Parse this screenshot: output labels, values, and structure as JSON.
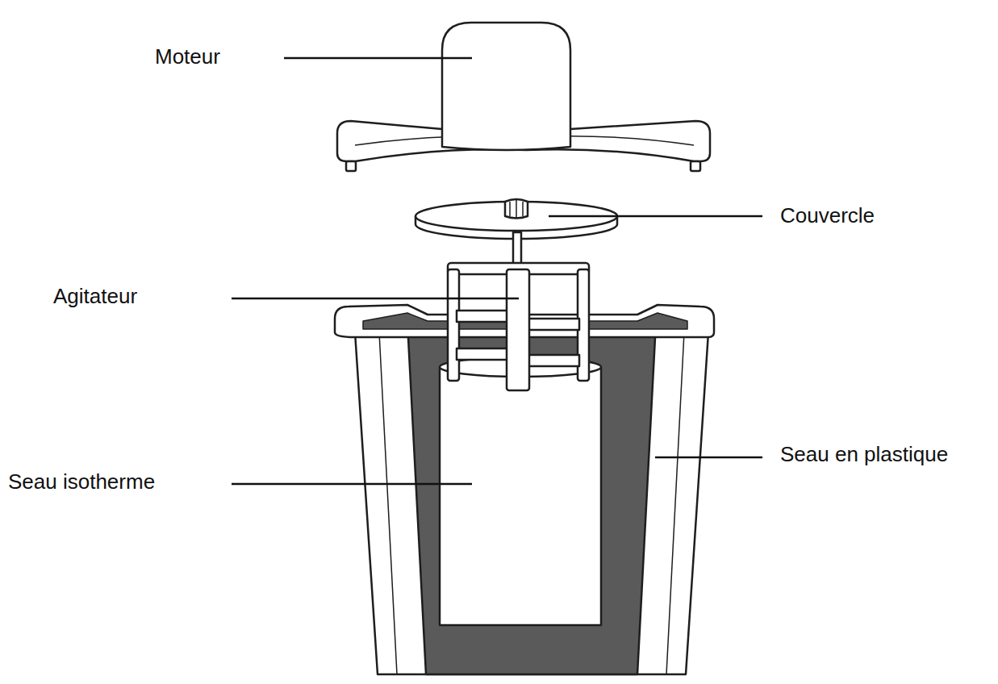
{
  "diagram": {
    "labels": [
      "Moteur",
      "Couvercle",
      "Agitateur",
      "Seau en plastique",
      "Seau isotherme"
    ]
  }
}
